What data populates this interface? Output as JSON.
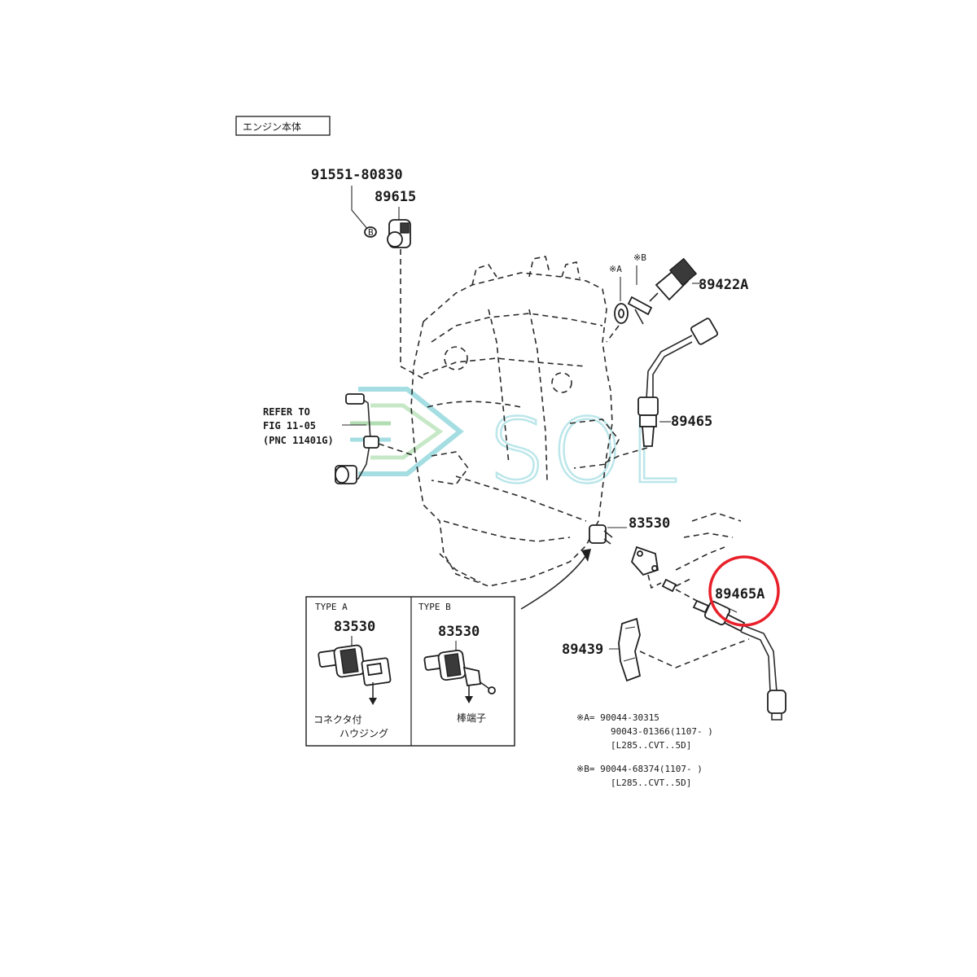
{
  "header": {
    "section_title": "エンジン本体"
  },
  "parts": {
    "bolt": "91551-80830",
    "cam_sensor": "89615",
    "water_temp_sensor": "89422A",
    "o2_sensor_upper": "89465",
    "oil_pressure_switch": "83530",
    "o2_sensor_lower": "89465A",
    "bracket": "89439"
  },
  "callouts": {
    "a": "※A",
    "b": "※B",
    "a_short": "A",
    "b_short": "B",
    "circle_b": "B"
  },
  "refer": {
    "line1": "REFER TO",
    "line2": "FIG 11-05",
    "line3": "(PNC 11401G)"
  },
  "inset": {
    "type_a": {
      "title": "TYPE A",
      "part": "83530",
      "caption1": "コネクタ付",
      "caption2": "ハウジング"
    },
    "type_b": {
      "title": "TYPE B",
      "part": "83530",
      "caption": "棒端子"
    }
  },
  "notes": {
    "a_line1": "※A= 90044-30315",
    "a_line2": "90043-01366(1107-     )",
    "a_line3": "[L285..CVT..5D]",
    "b_line1": "※B= 90044-68374(1107-     )",
    "b_line2": "[L285..CVT..5D]"
  },
  "watermark": {
    "text": "SOL"
  },
  "colors": {
    "highlight_circle": "#e8202a",
    "watermark": "#8fd6dc",
    "line": "#2b2b2b"
  }
}
